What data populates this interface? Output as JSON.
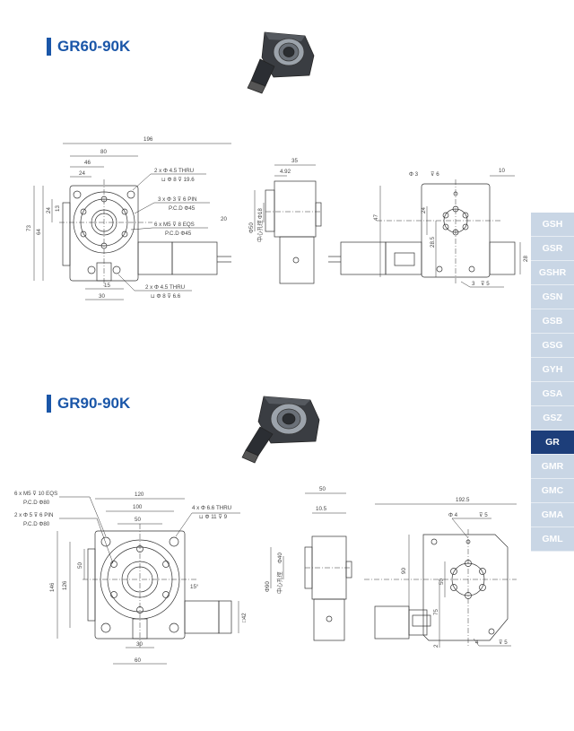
{
  "colors": {
    "accent": "#1a56a8",
    "nav_bg": "#c9d6e5",
    "nav_active_bg": "#1d3e7a",
    "line": "#333333"
  },
  "sections": [
    {
      "title": "GR60-90K"
    },
    {
      "title": "GR90-90K"
    }
  ],
  "gr60": {
    "top_dims": [
      "196",
      "80",
      "46",
      "24"
    ],
    "notes": [
      "2 x Φ 4.5 THRU",
      "⊔ Φ 8 ⊽ 19.6",
      "3 x Φ 3 ⊽ 6 PIN",
      "P.C.D Φ45",
      "6 x M5 ⊽ 8 EQS",
      "P.C.D Φ45",
      "2 x Φ 4.5 THRU",
      "⊔ Φ 8 ⊽ 6.6"
    ],
    "left_dims": [
      "73",
      "64",
      "24",
      "13"
    ],
    "bottom_dims": [
      "15",
      "30"
    ],
    "motor_dims": [
      "20"
    ],
    "side_dims": [
      "35",
      "4.92",
      "Φ50",
      "Φ18",
      "中心孔徑"
    ],
    "back_dims": [
      "Φ 3",
      "⊽ 6",
      "10",
      "47",
      "24",
      "28.5",
      "28",
      "3",
      "⊽ 5"
    ]
  },
  "gr90": {
    "top_dims": [
      "120",
      "100",
      "50"
    ],
    "notes": [
      "6 x M5 ⊽ 10 EQS",
      "P.C.D Φ80",
      "2 x Φ 5 ⊽ 6 PIN",
      "P.C.D Φ80",
      "4 x Φ 6.6 THRU",
      "⊔ Φ 11 ⊽ 9"
    ],
    "left_dims": [
      "146",
      "126",
      "50"
    ],
    "angle": "15°",
    "bottom_dims": [
      "30",
      "60"
    ],
    "motor_dims": [
      "□42"
    ],
    "side_dims": [
      "50",
      "10.5",
      "Φ90",
      "Φ40",
      "中心孔徑"
    ],
    "back_dims": [
      "192.5",
      "Φ 4",
      "⊽ 5",
      "50",
      "90",
      "75",
      "2",
      "4",
      "⊽ 5"
    ]
  },
  "nav": {
    "items": [
      "GSH",
      "GSR",
      "GSHR",
      "GSN",
      "GSB",
      "GSG",
      "GYH",
      "GSA",
      "GSZ",
      "GR",
      "GMR",
      "GMC",
      "GMA",
      "GML"
    ],
    "active": "GR"
  }
}
